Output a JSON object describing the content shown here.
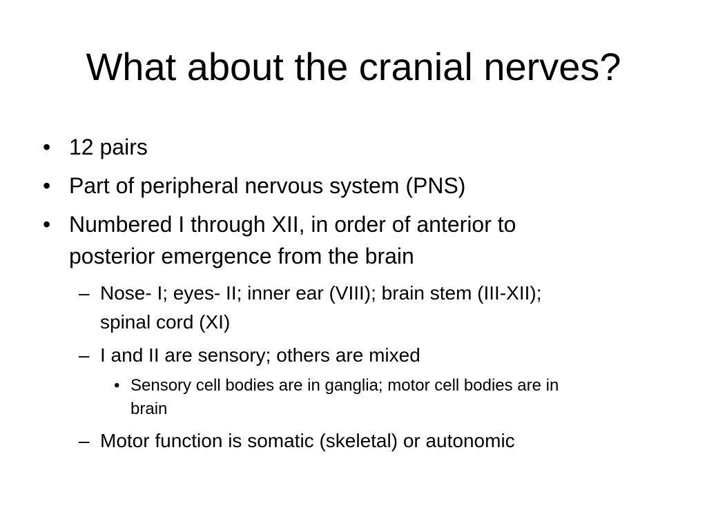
{
  "slide": {
    "title": "What about the cranial nerves?",
    "bullets": [
      {
        "marker": "•",
        "line1": "12 pairs"
      },
      {
        "marker": "•",
        "line1": "Part of peripheral nervous system (PNS)"
      },
      {
        "marker": "•",
        "line1": "Numbered I through XII, in order of anterior to",
        "line2": "posterior emergence from the brain"
      },
      {
        "marker": "–",
        "line1": "Nose- I; eyes- II; inner ear (VIII); brain stem (III-XII);",
        "line2": "spinal cord (XI)"
      },
      {
        "marker": "–",
        "line1": "I and II are sensory; others are mixed"
      },
      {
        "marker": "•",
        "line1": "Sensory cell bodies are in ganglia; motor cell bodies are in",
        "line2": "brain"
      },
      {
        "marker": "–",
        "line1": "Motor function is somatic (skeletal) or autonomic"
      }
    ]
  }
}
